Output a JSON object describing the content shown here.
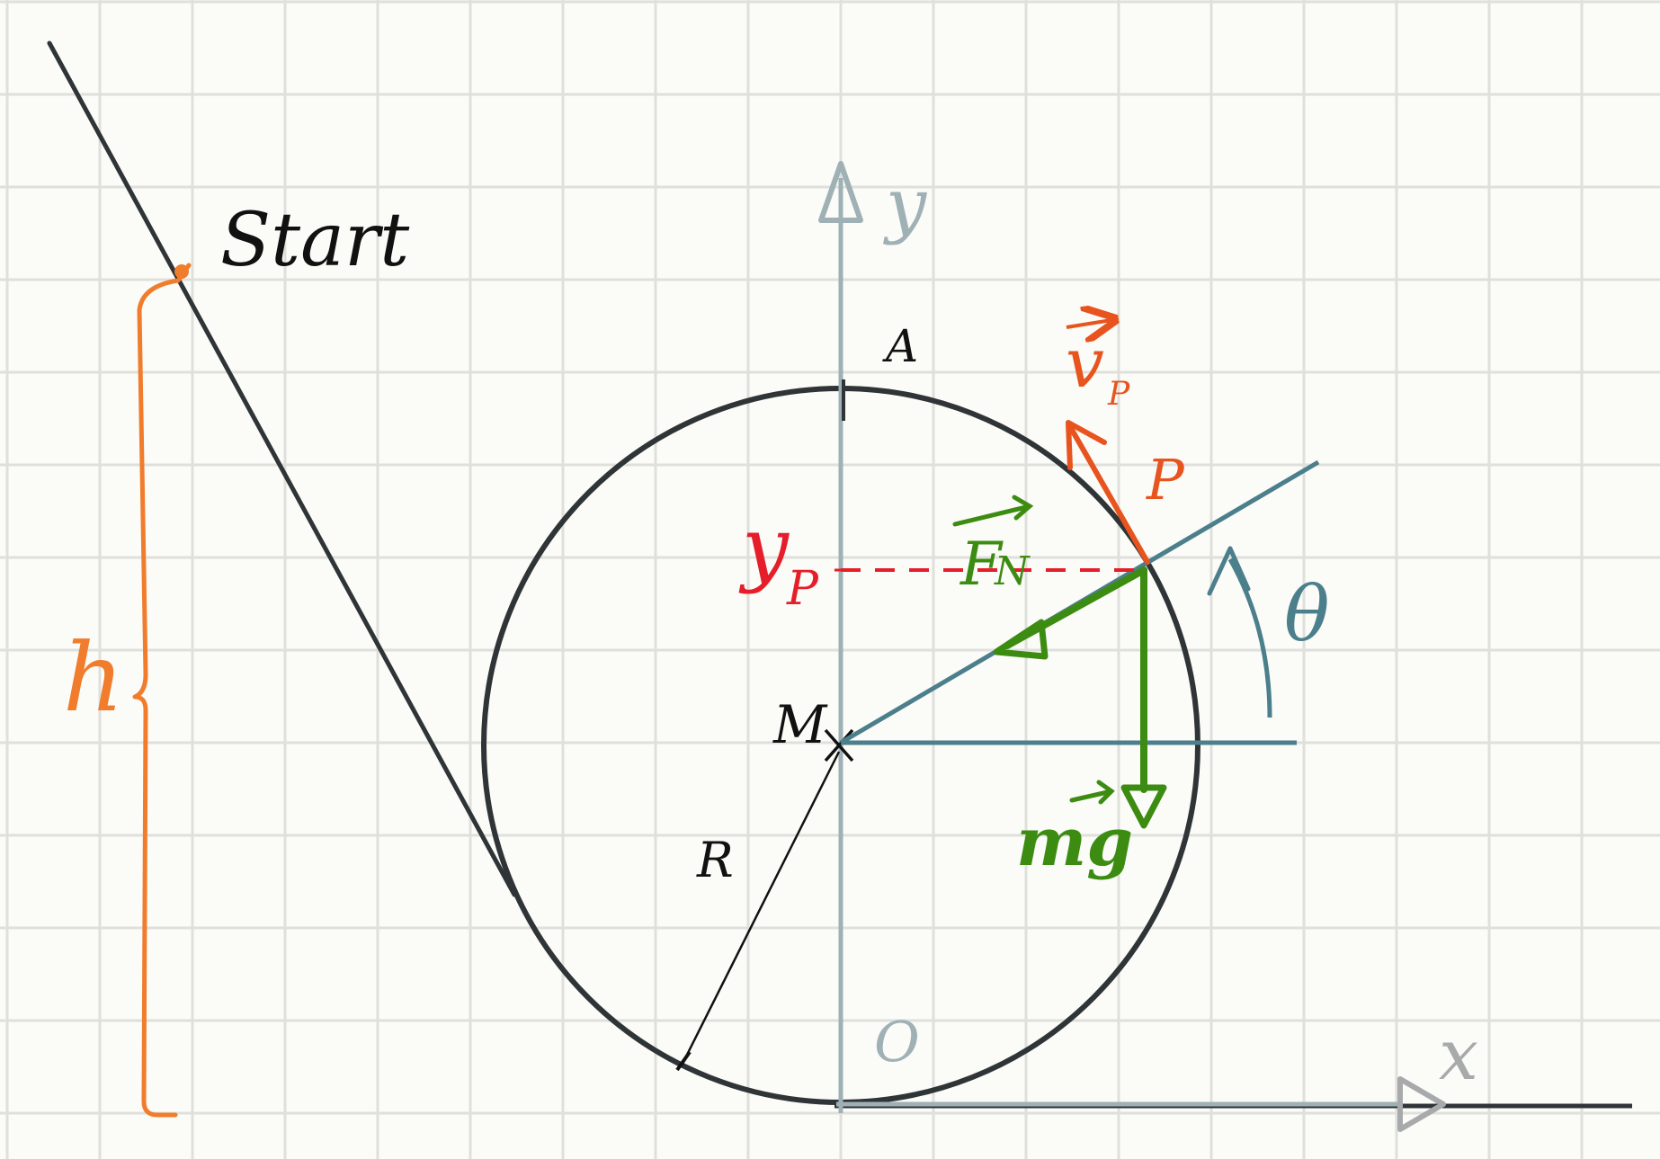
{
  "labels": {
    "start": "Start",
    "A": "A",
    "y_axis": "y",
    "x_axis": "x",
    "O": "O",
    "M": "M",
    "R": "R",
    "P": "P",
    "h": "h",
    "theta": "θ",
    "velocity": "v",
    "velocity_sub": "P",
    "normal_force": "F",
    "normal_force_sub": "N",
    "gravity": "mg",
    "y_P": "y",
    "y_P_sub": "P"
  },
  "colors": {
    "background": "#fbfbf8",
    "grid": "#dfe0dc",
    "track": "#2f3437",
    "axes": "#9fb1b5",
    "angle": "#4b7f8b",
    "height": "#f07c2c",
    "velocity": "#e8541e",
    "force": "#3d8c12",
    "y_P": "#e51e2a",
    "text": "#111111",
    "x_label": "#a7a9ab"
  }
}
